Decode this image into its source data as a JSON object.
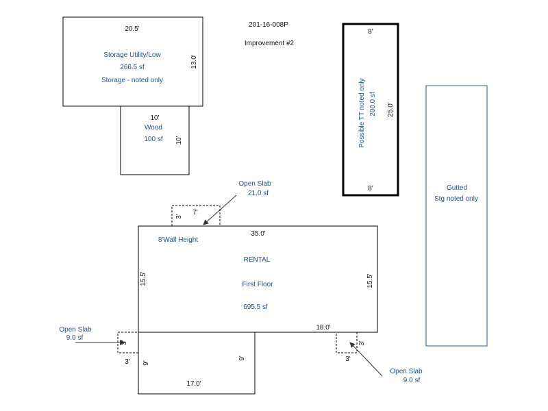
{
  "header": {
    "parcel_id": "201-16-008P",
    "improvement": "Improvement #2"
  },
  "colors": {
    "line": "#000000",
    "label": "#1f4e8c",
    "gutted_outline": "#2a5aa0"
  },
  "storage": {
    "width_dim": "20.5'",
    "depth_dim": "13.0'",
    "name": "Storage Utility/Low",
    "area": "266.5 sf",
    "note": "Storage - noted only"
  },
  "wood": {
    "width_dim": "10'",
    "name": "Wood",
    "area": "100 sf",
    "depth_dim": "10'"
  },
  "possible_tt": {
    "top_dim": "8'",
    "bottom_dim": "8'",
    "length_dim": "25.0'",
    "name": "Possible TT noted only",
    "area": "200.0 sf"
  },
  "gutted": {
    "line1": "Gutted",
    "line2": "Stg noted only"
  },
  "rental": {
    "top_dim": "35.0'",
    "wall_height": "8'Wall Height",
    "name": "RENTAL",
    "floor": "First Floor",
    "area": "695.5 sf",
    "left_dim": "15.5'",
    "right_dim": "15.5'",
    "lower_right_dim": "18.0'",
    "bottom_dim": "17.0'",
    "lower_left_dim": "9'",
    "lower_right_side_dim": "9'"
  },
  "open_slab_top": {
    "label": "Open Slab",
    "area": "21.0 sf",
    "width_dim": "7'",
    "depth_dim": "3'"
  },
  "open_slab_left": {
    "label": "Open Slab",
    "area": "9.0 sf",
    "width_dim": "3'",
    "depth_dim": "3'"
  },
  "open_slab_right": {
    "label": "Open Slab",
    "area": "9.0 sf",
    "width_dim": "3'",
    "depth_dim": "3'"
  }
}
